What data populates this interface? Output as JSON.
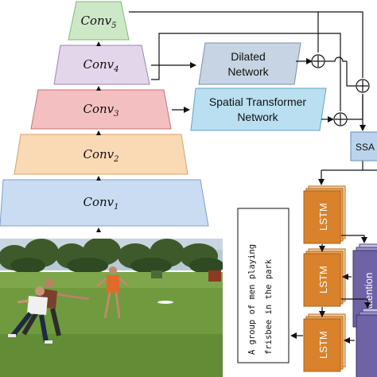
{
  "encoder": {
    "conv_layers": [
      {
        "label": "Conv",
        "sub": "5"
      },
      {
        "label": "Conv",
        "sub": "4"
      },
      {
        "label": "Conv",
        "sub": "3"
      },
      {
        "label": "Conv",
        "sub": "2"
      },
      {
        "label": "Conv",
        "sub": "1"
      }
    ]
  },
  "modules": {
    "dilated_line1": "Dilated",
    "dilated_line2": "Network",
    "stn_line1": "Spatial Transformer",
    "stn_line2": "Network",
    "ssa": "SSA"
  },
  "decoder": {
    "lstm_labels": [
      "LSTM",
      "LSTM",
      "LSTM"
    ],
    "attention_label": "Attention"
  },
  "caption": {
    "line1": "A group of men playing",
    "line2": "frisbee in the park"
  },
  "colors": {
    "conv5": "#cde8c6",
    "conv4": "#e3d6ea",
    "conv3": "#f4bfc0",
    "conv2": "#fad9b5",
    "conv1": "#c9dcf2",
    "dilated": "#c7d4e3",
    "stn": "#b9dff0",
    "ssa": "#b9d4ec",
    "lstm": "#d9822b",
    "attention": "#6f63a6"
  }
}
